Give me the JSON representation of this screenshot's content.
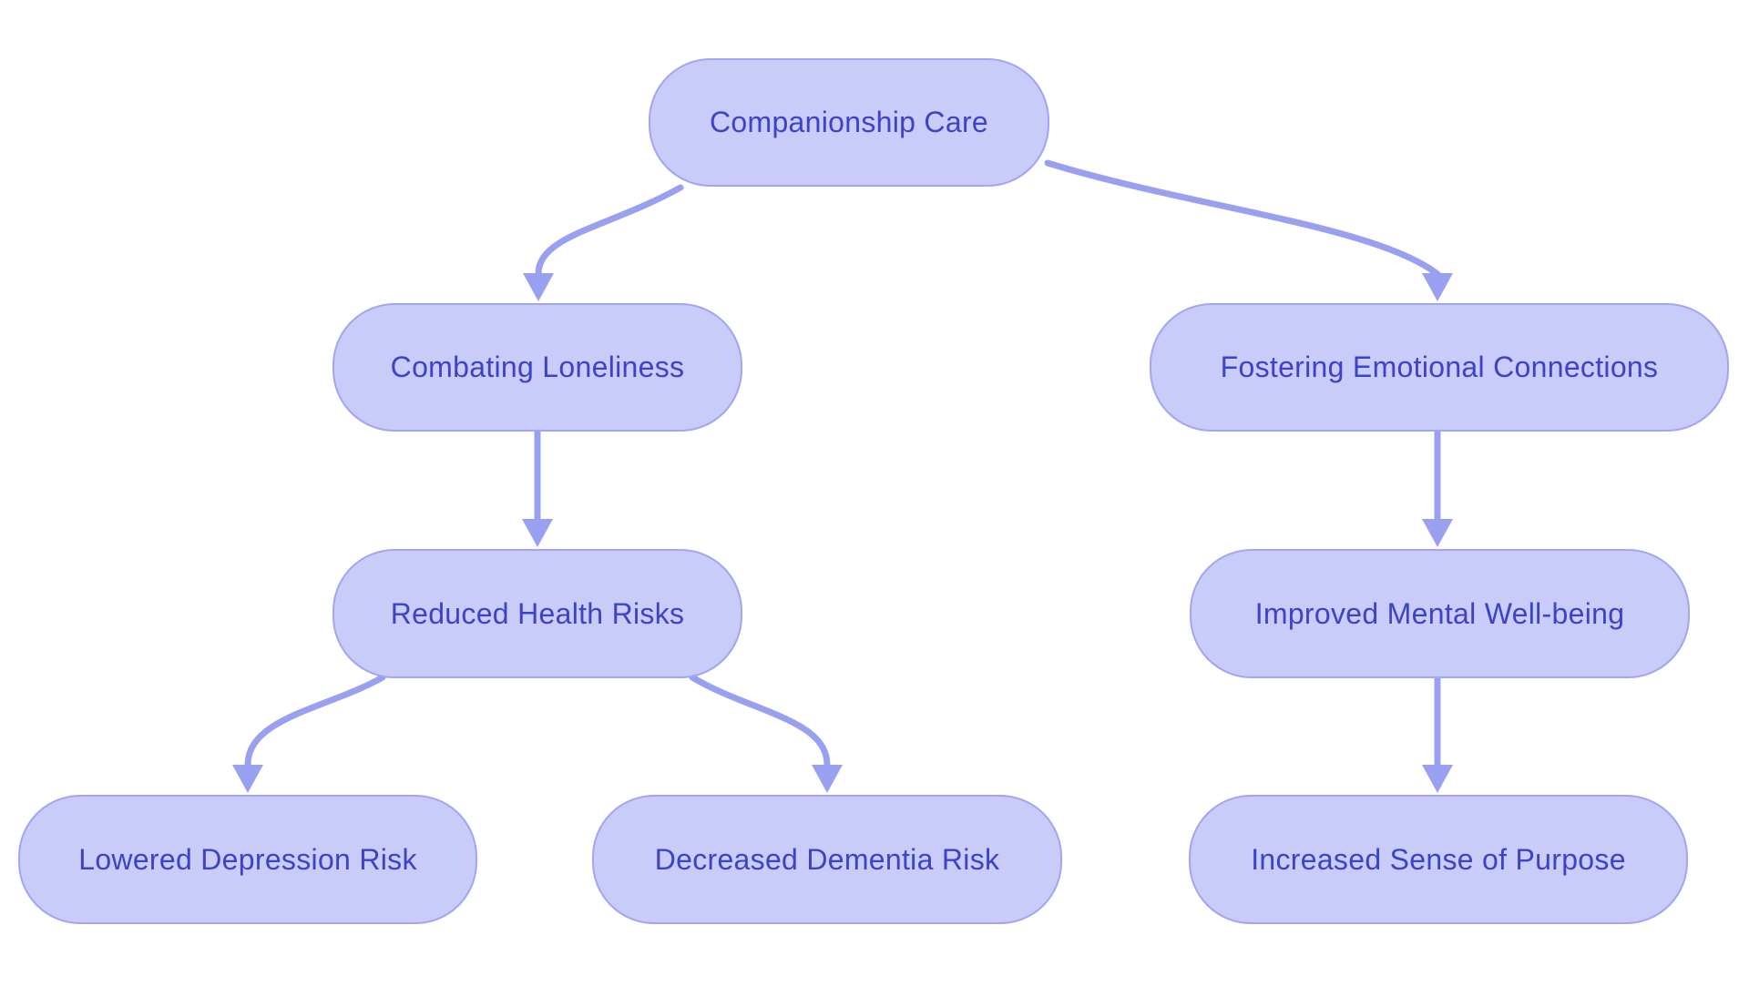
{
  "diagram": {
    "type": "flowchart",
    "direction": "top-down",
    "background": "#ffffff",
    "colors": {
      "node_fill": "#c9cbf8",
      "node_border": "#a1a5f4",
      "arrow": "#9aa0f0",
      "text": "#3d43c6"
    },
    "nodes": [
      {
        "id": "companionship",
        "label": "Companionship Care"
      },
      {
        "id": "combating",
        "label": "Combating Loneliness"
      },
      {
        "id": "fostering",
        "label": "Fostering Emotional Connections"
      },
      {
        "id": "reduced",
        "label": "Reduced Health Risks"
      },
      {
        "id": "improved",
        "label": "Improved Mental Well-being"
      },
      {
        "id": "lowered",
        "label": "Lowered Depression Risk"
      },
      {
        "id": "dementia",
        "label": "Decreased Dementia Risk"
      },
      {
        "id": "increased",
        "label": "Increased Sense of Purpose"
      }
    ],
    "edges": [
      {
        "from": "Companionship Care",
        "to": "Combating Loneliness"
      },
      {
        "from": "Companionship Care",
        "to": "Fostering Emotional Connections"
      },
      {
        "from": "Combating Loneliness",
        "to": "Reduced Health Risks"
      },
      {
        "from": "Fostering Emotional Connections",
        "to": "Improved Mental Well-being"
      },
      {
        "from": "Reduced Health Risks",
        "to": "Lowered Depression Risk"
      },
      {
        "from": "Reduced Health Risks",
        "to": "Decreased Dementia Risk"
      },
      {
        "from": "Improved Mental Well-being",
        "to": "Increased Sense of Purpose"
      }
    ]
  }
}
